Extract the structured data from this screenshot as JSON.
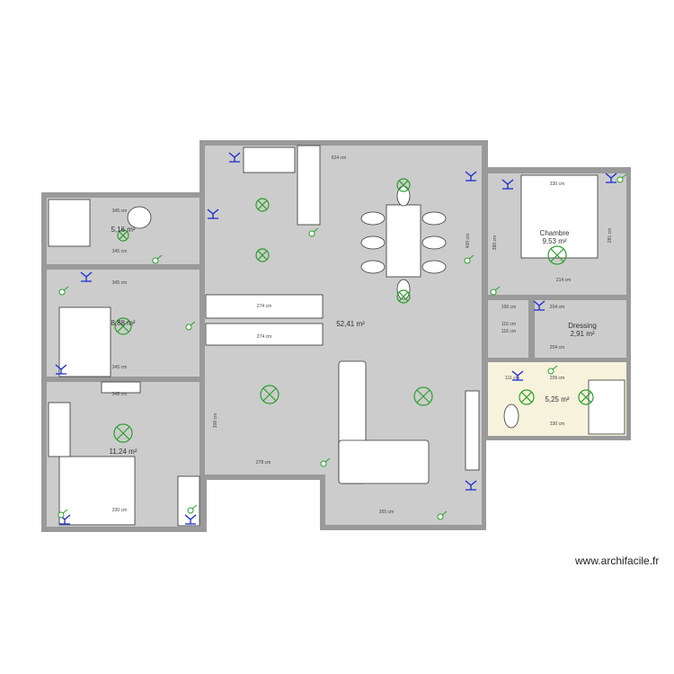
{
  "rooms": [
    {
      "name": "",
      "area": "5,16 m²"
    },
    {
      "name": "",
      "area": "8,88 m²"
    },
    {
      "name": "",
      "area": "11,24 m²"
    },
    {
      "name": "",
      "area": "52,41 m²"
    },
    {
      "name": "Chambre",
      "area": "9,53 m²"
    },
    {
      "name": "Dressing",
      "area": "2,91 m²"
    },
    {
      "name": "",
      "area": "5,25 m²"
    }
  ],
  "dimensions": [
    "624 cm",
    "345 cm",
    "345 cm",
    "345 cm",
    "345 cm",
    "345 cm",
    "274 cm",
    "274 cm",
    "400 cm",
    "330 cm",
    "214 cm",
    "204 cm",
    "204 cm",
    "106 cm",
    "116 cm",
    "116 cm",
    "111 cm",
    "209 cm",
    "330 cm",
    "355 cm",
    "278 cm",
    "300 cm",
    "380 cm",
    "330 cm",
    "281 cm"
  ],
  "watermark": "www.archifacile.fr",
  "colors": {
    "wall": "#9a9a9a",
    "floor": "#cccccc",
    "bathroom_floor": "#f7f2dc",
    "light": "#2aa02a",
    "outlet": "#1a2ad0"
  }
}
